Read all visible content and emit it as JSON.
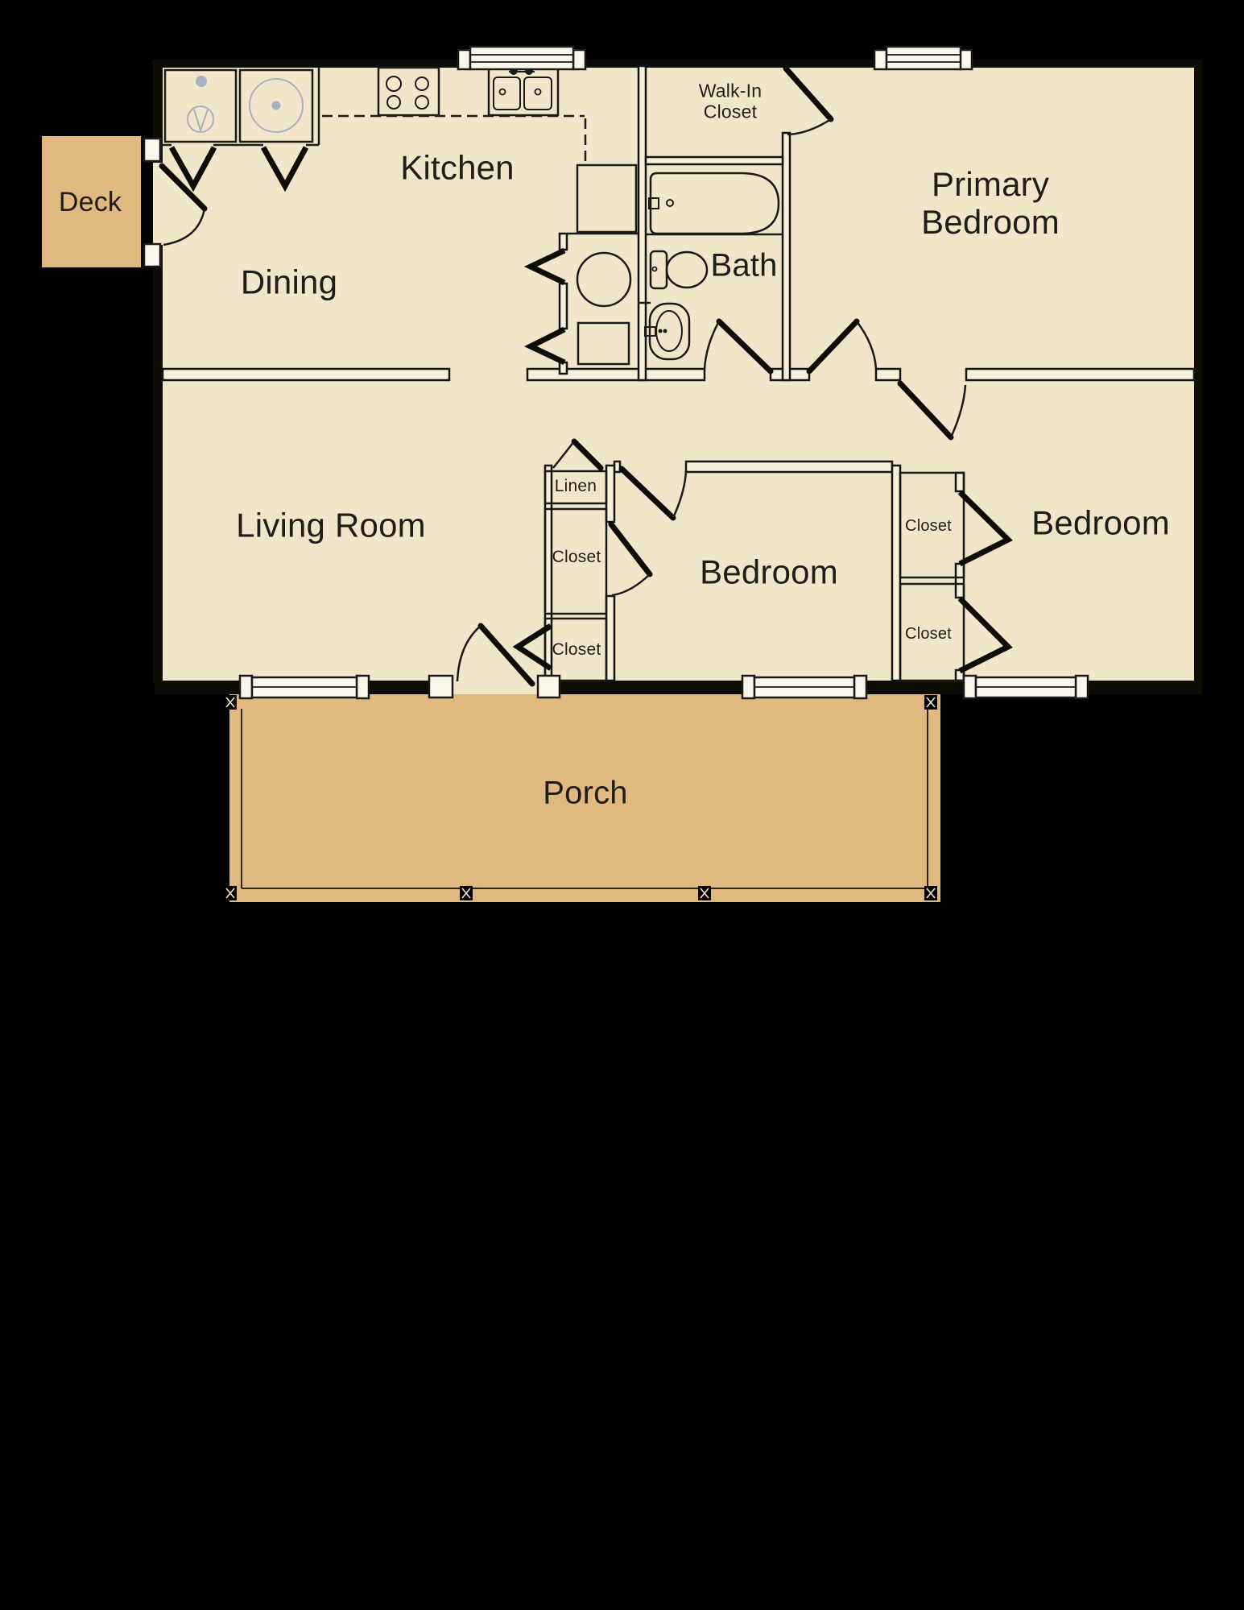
{
  "title": "Apartment floor plan",
  "colors": {
    "background": "#000000",
    "floor": "#f2e6ca",
    "outdoor_wood": "#dfb980",
    "wall": "#0e0d05",
    "wall_fill": "#f6efda",
    "window": "#faf6ea",
    "fixture_gray": "#a8b1bf",
    "text": "#1e1d18"
  },
  "rooms": {
    "deck": {
      "label": "Deck"
    },
    "kitchen": {
      "label": "Kitchen"
    },
    "dining": {
      "label": "Dining"
    },
    "living_room": {
      "label": "Living Room"
    },
    "walk_in_closet": {
      "label": "Walk-In\nCloset"
    },
    "bath": {
      "label": "Bath"
    },
    "primary_bedroom": {
      "label": "Primary Bedroom"
    },
    "linen": {
      "label": "Linen"
    },
    "hall_closet": {
      "label": "Closet"
    },
    "entry_closet": {
      "label": "Closet"
    },
    "middle_bedroom": {
      "label": "Bedroom"
    },
    "right_bedroom": {
      "label": "Bedroom"
    },
    "right_closet_upper": {
      "label": "Closet"
    },
    "right_closet_lower": {
      "label": "Closet"
    },
    "porch": {
      "label": "Porch"
    }
  }
}
